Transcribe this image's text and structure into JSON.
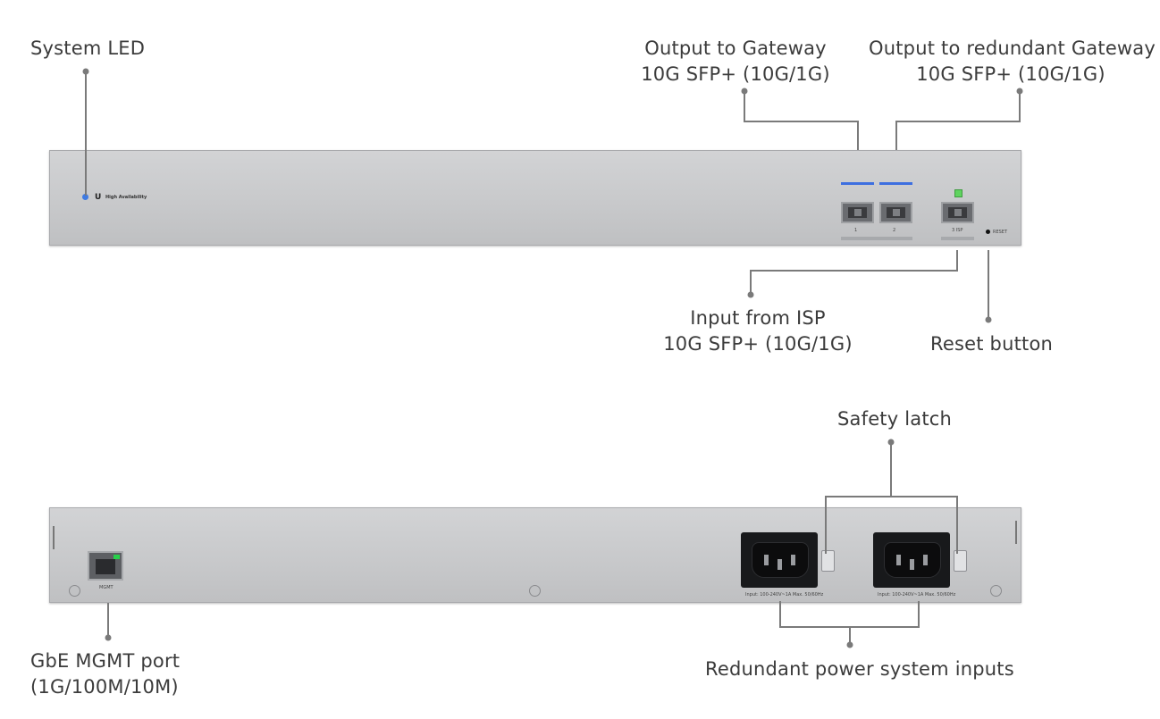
{
  "callouts": {
    "system_led": "System LED",
    "output_gateway_line1": "Output to Gateway",
    "output_gateway_line2": "10G SFP+ (10G/1G)",
    "output_redundant_line1": "Output to redundant Gateway",
    "output_redundant_line2": "10G SFP+ (10G/1G)",
    "input_isp_line1": "Input from ISP",
    "input_isp_line2": "10G SFP+ (10G/1G)",
    "reset_button": "Reset button",
    "safety_latch": "Safety latch",
    "mgmt_port_line1": "GbE MGMT port",
    "mgmt_port_line2": "(1G/100M/10M)",
    "power_inputs": "Redundant power system inputs"
  },
  "front_panel": {
    "brand_label": "High Availability",
    "port_labels": [
      "1",
      "2",
      "3 ISP"
    ],
    "reset_label": "RESET",
    "colors": {
      "port_led": "#3d6fe0",
      "isp_led": "#5fd35f",
      "system_led": "#3f7be3"
    }
  },
  "rear_panel": {
    "mgmt_label": "MGMT",
    "power_rating_1": "Input: 100-240V~1A Max. 50/60Hz",
    "power_rating_2": "Input: 100-240V~1A Max. 50/60Hz",
    "colors": {
      "mgmt_led": "#27d14a"
    }
  }
}
